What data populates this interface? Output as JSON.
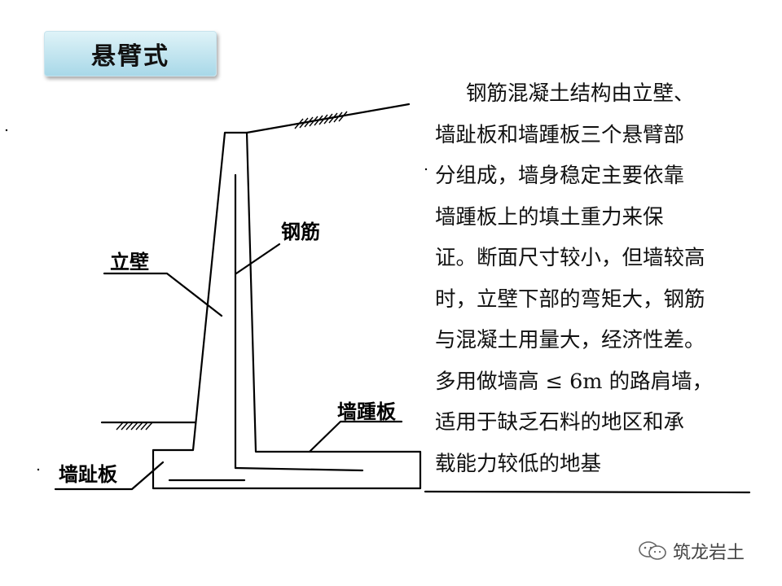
{
  "title": "悬臂式",
  "labels": {
    "wall": "立壁",
    "rebar": "钢筋",
    "heel": "墙踵板",
    "toe": "墙趾板"
  },
  "description_lines": [
    "钢筋混凝土结构由立壁、",
    "墙趾板和墙踵板三个悬臂部",
    "分组成，墙身稳定主要依靠",
    "墙踵板上的填土重力来保",
    "证。断面尺寸较小，但墙较高",
    "时，立壁下部的弯矩大，钢筋",
    "与混凝土用量大，经济性差。",
    "多用做墙高 ≤ 6m 的路肩墙，",
    "适用于缺乏石料的地区和承",
    "载能力较低的地基"
  ],
  "watermark": "筑龙岩土",
  "icons": {
    "watermark_icon": "wechat-icon"
  }
}
